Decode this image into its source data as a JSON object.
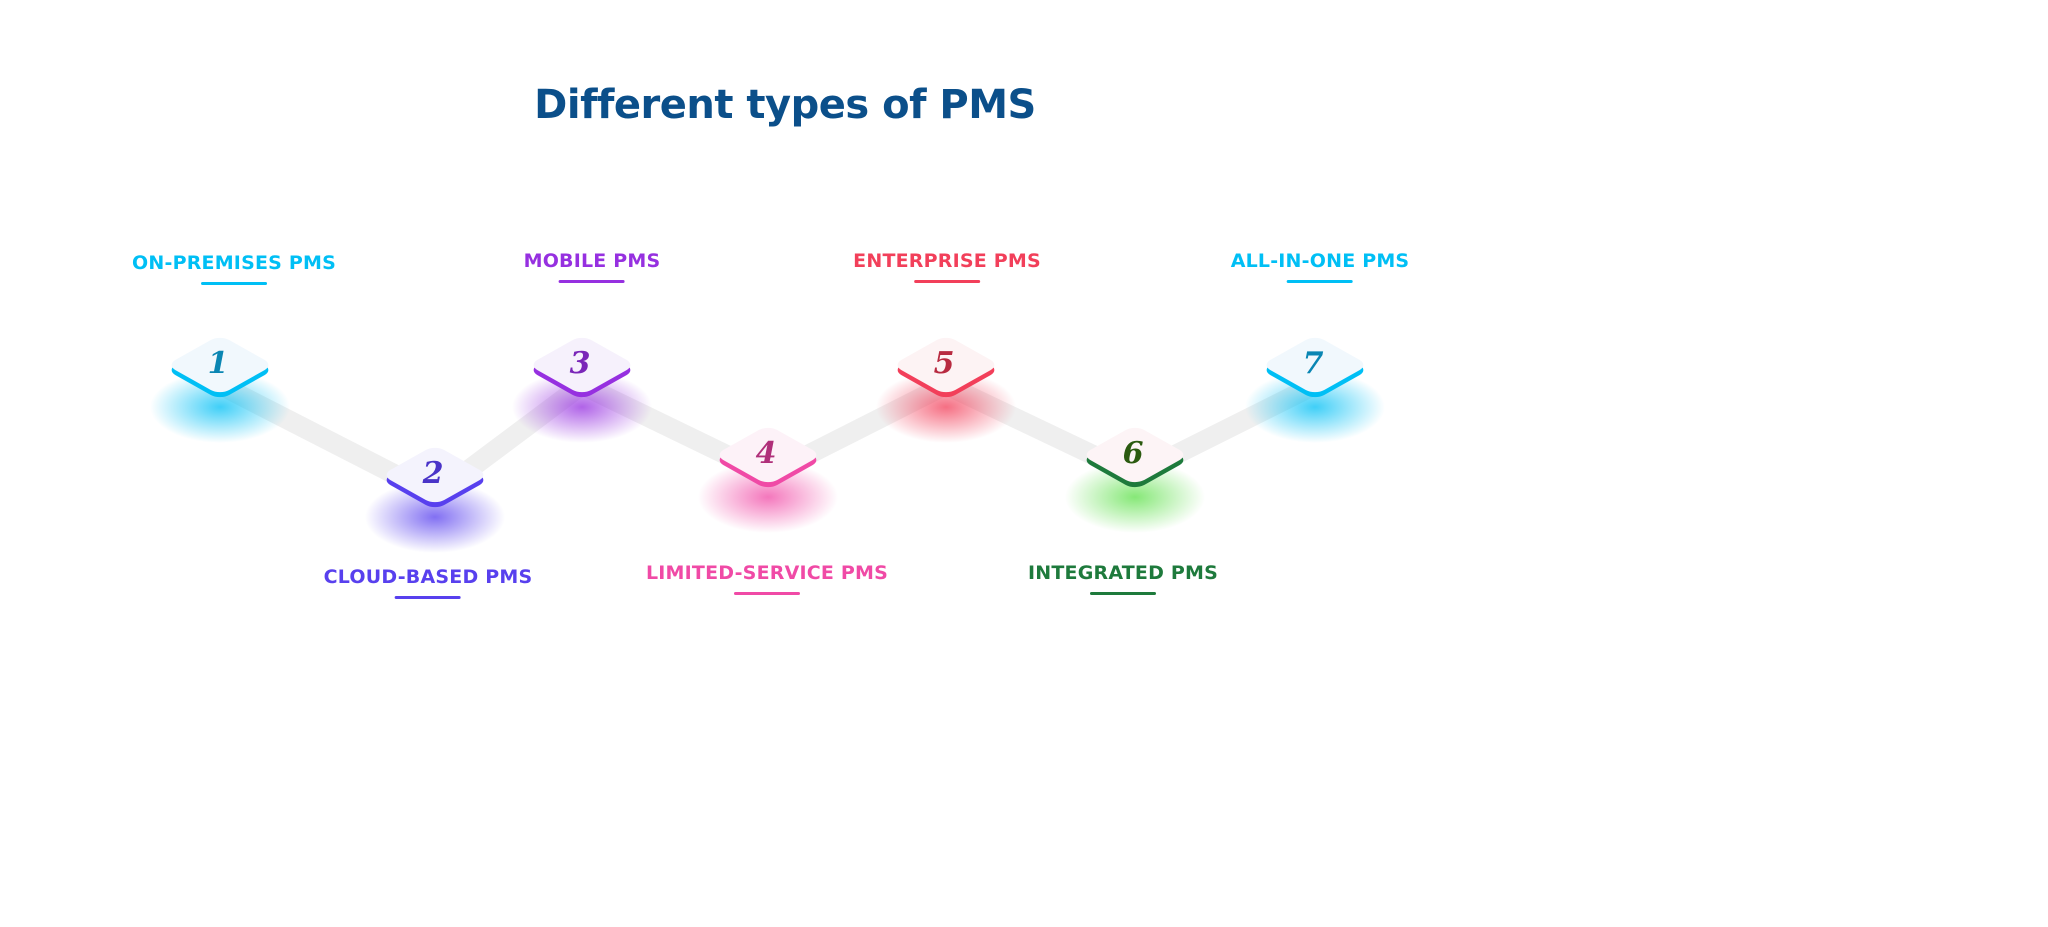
{
  "title": "Different types of PMS",
  "steps": [
    {
      "number": "1",
      "label": "ON-PREMISES PMS",
      "color": "#00bff5",
      "num_color": "#0a86b3",
      "tile_fill": "#f1f8fd",
      "position": "top"
    },
    {
      "number": "2",
      "label": "CLOUD-BASED PMS",
      "color": "#5840ee",
      "num_color": "#4a34c8",
      "tile_fill": "#f4f3fd",
      "position": "bottom"
    },
    {
      "number": "3",
      "label": "MOBILE PMS",
      "color": "#9630e0",
      "num_color": "#7a26b8",
      "tile_fill": "#f6f1fc",
      "position": "top"
    },
    {
      "number": "4",
      "label": "LIMITED-SERVICE PMS",
      "color": "#f04aa6",
      "num_color": "#b0307a",
      "tile_fill": "#fdf2f8",
      "position": "bottom"
    },
    {
      "number": "5",
      "label": "ENTERPRISE PMS",
      "color": "#f23f5a",
      "num_color": "#b82a40",
      "tile_fill": "#fdf3f4",
      "position": "top"
    },
    {
      "number": "6",
      "label": "INTEGRATED PMS",
      "color": "#1e7a3c",
      "num_color": "#2b5a10",
      "tile_fill": "#fdf4f6",
      "glow": "#5ee04a",
      "position": "bottom"
    },
    {
      "number": "7",
      "label": "ALL-IN-ONE PMS",
      "color": "#00bff5",
      "num_color": "#0a86b3",
      "tile_fill": "#f1f8fd",
      "position": "top"
    }
  ]
}
